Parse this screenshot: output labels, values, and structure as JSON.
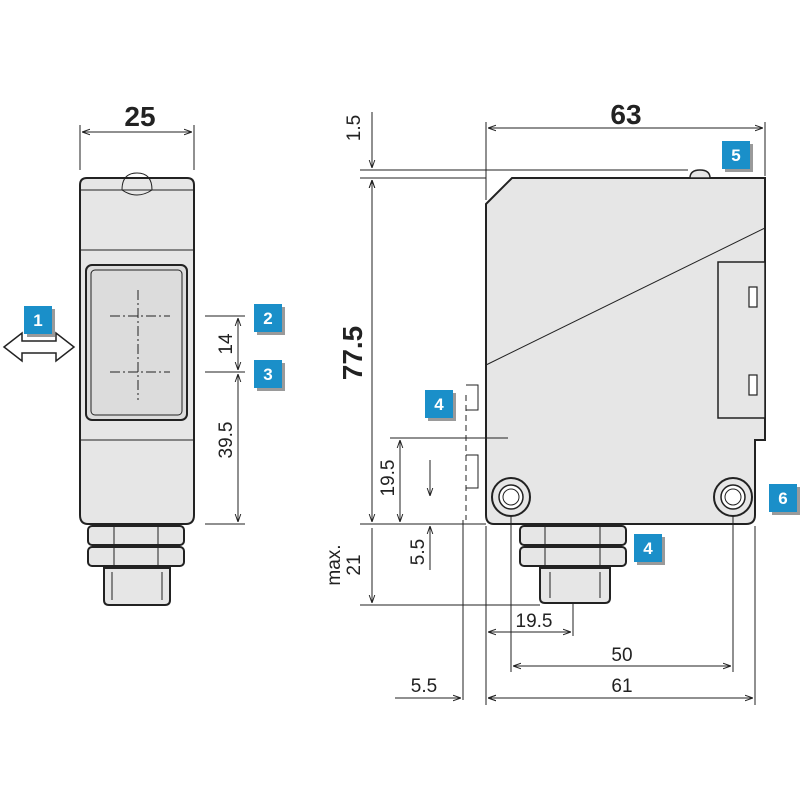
{
  "dimensions": {
    "front_width": "25",
    "side_width": "63",
    "top_offset": "1.5",
    "height": "77.5",
    "spacing_14": "14",
    "spacing_39_5": "39.5",
    "spacing_19_5_vertical": "19.5",
    "spacing_5_5_vertical": "5.5",
    "max_label": "max.",
    "max_21": "21",
    "spacing_19_5_horizontal": "19.5",
    "width_50": "50",
    "width_61": "61",
    "offset_5_5": "5.5"
  },
  "badges": {
    "b1": "1",
    "b2": "2",
    "b3": "3",
    "b4_upper": "4",
    "b4_lower": "4",
    "b5": "5",
    "b6": "6"
  },
  "colors": {
    "badge": "#1a8fc9",
    "badge_shadow": "#9a9a9a",
    "body": "#e6e6e6",
    "line": "#222222"
  }
}
